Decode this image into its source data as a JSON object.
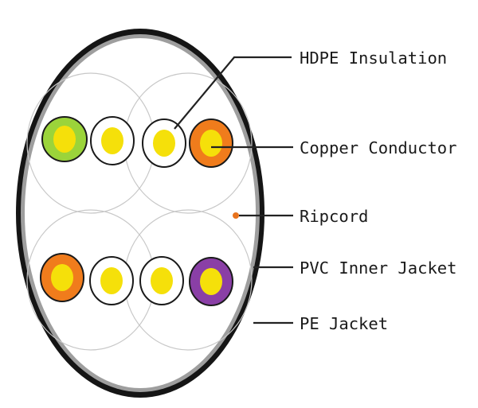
{
  "labels": {
    "hdpe_insulation": "HDPE Insulation",
    "copper_conductor": "Copper Conductor",
    "ripcord": "Ripcord",
    "pvc_inner_jacket": "PVC Inner Jacket",
    "pe_jacket": "PE Jacket"
  },
  "colors": {
    "pe_jacket": "#151515",
    "pvc_inner_jacket": "#9e9e9e",
    "cable_fill": "#ffffff",
    "pair_outline": "#c8c8c8",
    "conductor": "#f5e00a",
    "ripcord": "#e8731e",
    "green_insulation": "#9bd43a",
    "white_insulation": "#ffffff",
    "orange_insulation": "#f07c1c",
    "purple_insulation": "#8a3fa6"
  },
  "pairs": [
    {
      "name": "top-left",
      "wires": [
        "green",
        "white"
      ]
    },
    {
      "name": "top-right",
      "wires": [
        "white",
        "orange"
      ]
    },
    {
      "name": "bottom-left",
      "wires": [
        "orange",
        "white"
      ]
    },
    {
      "name": "bottom-right",
      "wires": [
        "white",
        "purple"
      ]
    }
  ]
}
